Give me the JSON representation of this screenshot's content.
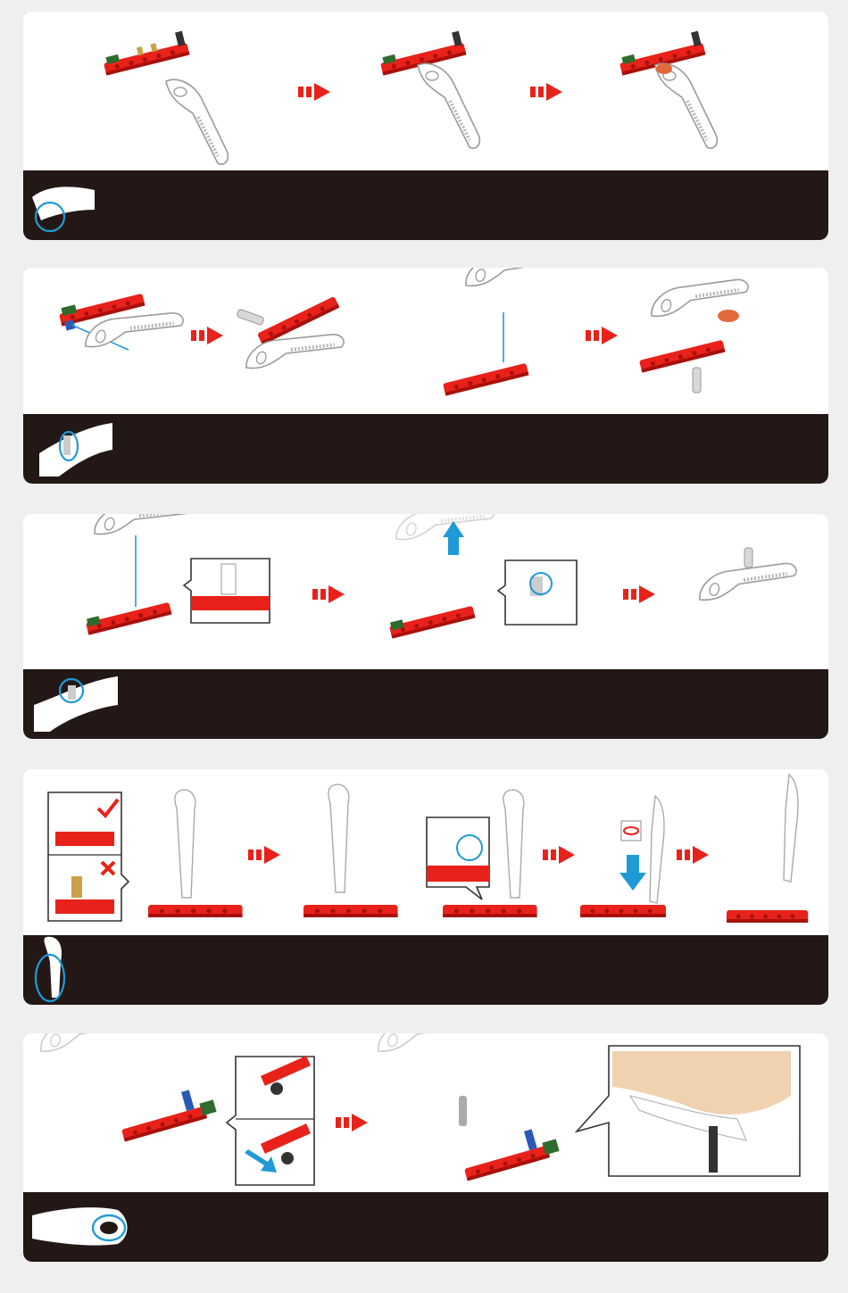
{
  "page": {
    "background": "#efefef"
  },
  "colors": {
    "red": "#e8221a",
    "dark_red": "#a8100b",
    "green": "#2e6b2c",
    "blue": "#2a57b8",
    "cyan": "#1f9ad6",
    "orange": "#e26a3a",
    "tool_outline": "#9a9a9a",
    "bar_bg": "#231815"
  },
  "icons": {
    "arrow": "red-dashed-right-arrow",
    "check": "red-check-mark",
    "cross": "red-cross-mark",
    "highlight": "blue-circle-highlight"
  },
  "steps": [
    {
      "id": 1,
      "caption": "",
      "thumbnail": "wrench-end-circle"
    },
    {
      "id": 2,
      "caption": "",
      "thumbnail": "axle-slot-circle"
    },
    {
      "id": 3,
      "caption": "",
      "thumbnail": "pin-top-circle"
    },
    {
      "id": 4,
      "caption": "",
      "thumbnail": "tool-tip-circle"
    },
    {
      "id": 5,
      "caption": "",
      "thumbnail": "wrench-hole-circle"
    }
  ]
}
